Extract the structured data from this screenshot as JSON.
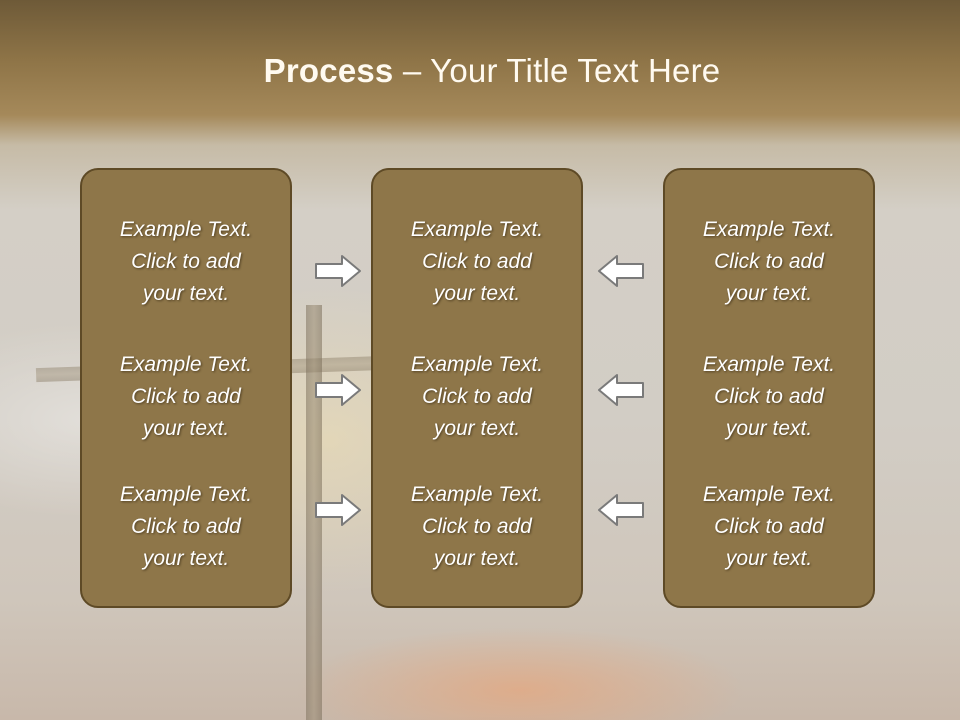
{
  "slide": {
    "title_bold": "Process",
    "title_rest": " – Your Title Text Here"
  },
  "columns": [
    {
      "items": [
        {
          "line1": "Example Text.",
          "line2": "Click  to add",
          "line3": "your text."
        },
        {
          "line1": "Example Text.",
          "line2": "Click  to add",
          "line3": "your text."
        },
        {
          "line1": "Example Text.",
          "line2": "Click  to add",
          "line3": "your text."
        }
      ]
    },
    {
      "items": [
        {
          "line1": "Example Text.",
          "line2": "Click  to add",
          "line3": "your text."
        },
        {
          "line1": "Example Text.",
          "line2": "Click  to add",
          "line3": "your text."
        },
        {
          "line1": "Example Text.",
          "line2": "Click  to add",
          "line3": "your text."
        }
      ]
    },
    {
      "items": [
        {
          "line1": "Example Text.",
          "line2": "Click  to add",
          "line3": "your text."
        },
        {
          "line1": "Example Text.",
          "line2": "Click  to add",
          "line3": "your text."
        },
        {
          "line1": "Example Text.",
          "line2": "Click  to add",
          "line3": "your text."
        }
      ]
    }
  ],
  "arrows": {
    "left_group_direction": "right",
    "right_group_direction": "left",
    "icon": "block-arrow-icon"
  },
  "colors": {
    "box_fill": "#8e7649",
    "box_border": "#5e4a26",
    "title_text": "#fffaf0",
    "arrow_fill": "#ffffff",
    "arrow_stroke": "#7a7a7a"
  }
}
